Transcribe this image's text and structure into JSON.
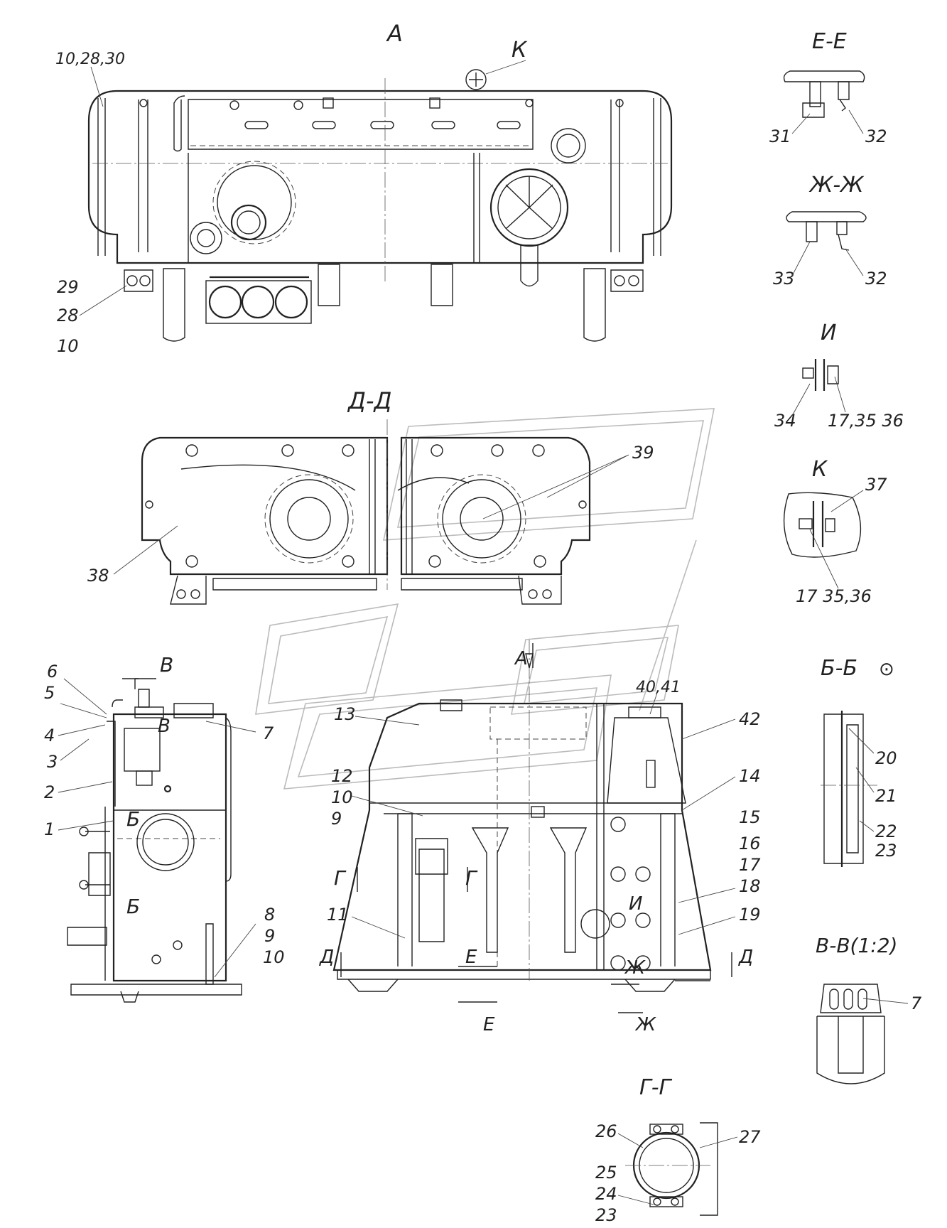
{
  "views": {
    "A": "А",
    "DD": "Д-Д",
    "EE": "Е-Е",
    "ZhZh": "Ж-Ж",
    "I": "И",
    "K": "К",
    "BB": "Б-Б",
    "VV": "В-В(1:2)",
    "GG": "Г-Г"
  },
  "rotation_symbol": "⊙",
  "callouts": {
    "c_10_28_30": "10,28,30",
    "c_29": "29",
    "c_28": "28",
    "c_10a": "10",
    "c_K_top": "К",
    "c_31": "31",
    "c_32a": "32",
    "c_33": "33",
    "c_32b": "32",
    "c_34": "34",
    "c_17_35_36a": "17,35 36",
    "c_37": "37",
    "c_17_35_36b": "17 35,36",
    "c_39": "39",
    "c_38": "38",
    "c_6": "6",
    "c_5": "5",
    "c_4": "4",
    "c_3": "3",
    "c_2": "2",
    "c_1": "1",
    "c_7a": "7",
    "c_8": "8",
    "c_9a": "9",
    "c_10b": "10",
    "c_B_side_top": "В",
    "c_B_side_mid": "В",
    "c_Bb_side_top": "Б",
    "c_Bb_side_bot": "Б",
    "c_A_arrow": "А",
    "c_40_41": "40,41",
    "c_42": "42",
    "c_13": "13",
    "c_12": "12",
    "c_10c": "10",
    "c_9b": "9",
    "c_11": "11",
    "c_14": "14",
    "c_15": "15",
    "c_16": "16",
    "c_17": "17",
    "c_18": "18",
    "c_19": "19",
    "c_G_left": "Г",
    "c_G_right": "Г",
    "c_I_circle": "И",
    "c_E_mid": "Е",
    "c_E_bot": "Е",
    "c_Zh_mid": "Ж",
    "c_Zh_bot": "Ж",
    "c_D_left": "Д",
    "c_D_right": "Д",
    "c_20": "20",
    "c_21": "21",
    "c_22": "22",
    "c_23a": "23",
    "c_7b": "7",
    "c_26": "26",
    "c_27": "27",
    "c_25": "25",
    "c_24": "24",
    "c_23b": "23"
  }
}
